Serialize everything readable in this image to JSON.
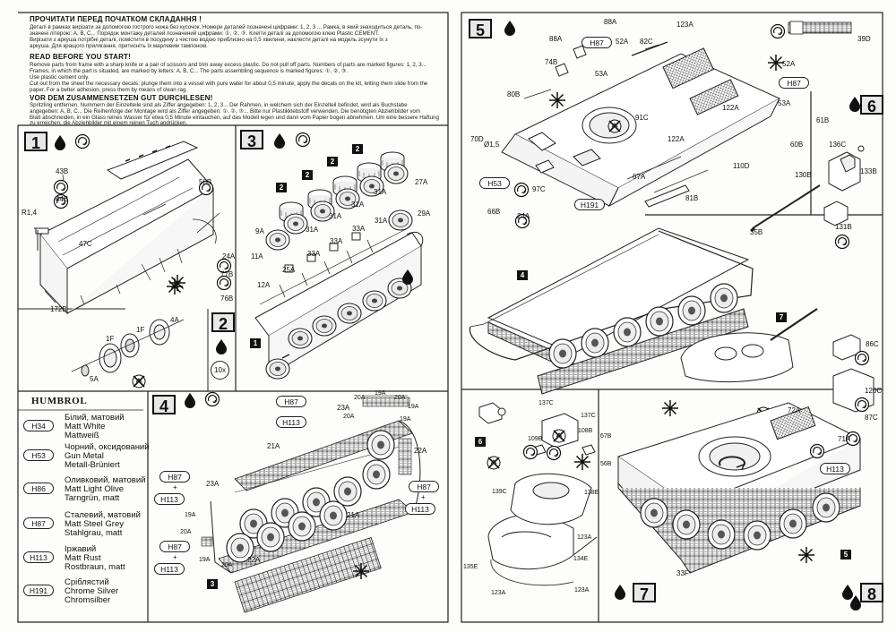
{
  "header": {
    "uk_title": "ПРОЧИТАТИ ПЕРЕД ПОЧАТКОМ СКЛАДАННЯ !",
    "uk_lines": [
      "Деталі в рамках вирізати за допомогою гострого ножа без кусочок. Номери деталей позначені цифрами: 1, 2, 3 ... Рамка, в який знаходиться деталь, по-",
      "значені літерою: A, B, C... Порядок монтажу деталей позначений цифрами: ①, ②, ③. Клеїти деталі за допомогою клею Plastic CEMENT.",
      "Вирізати з аркуша потрібні деталі, помістити в посудину з чистою водою приблизно на 0,5 хвилини, наклести деталі на модель зсунути їх з",
      "аркуша. Для кращого прилягання, притисніть їх марлевим тампоном."
    ],
    "en_title": "READ BEFORE YOU START!",
    "en_lines": [
      "Remove parts from frame with a sharp knife or a pair of scissors and trim away excess plastic. Do not pull off parts. Numbers of parts are marked figures: 1, 2, 3...",
      "Frames, in which the part is situated, are marked by letters: A, B, C... The parts assembling sequence is marked figures: ①, ②, ③.",
      "Use plastic cement only.",
      "Cut out from the sheet the necessary decals; plunge them into a vessel with pure water for about 0,5 minute; apply the decals on the kit, letting them slide from the",
      "paper. For a better adhesion, press them by means of clean rag."
    ],
    "de_title": "VOR DEM ZUSAMMENSETZEN GUT DURCHLESEN!",
    "de_lines": [
      "Spritzling entfernen. Nummern der Einzelteile sind als Ziffer angegeben: 1, 2, 3... Der Rahmen, in welchem sich der Einzelteil befindet, wird als Buchstabe",
      "angegeben: A, B, C... Die Reihenfolge der Montage wird als Ziffer angegeben: ①, ②, ③... Bitte nur Plastikklebstoff verwenden. Die benötigten Abziehbilder vom",
      "Blatt abschneiden, in ein Glass reines Wasser für etwa 0,5 Minute eintauchen, auf das Modell legen und dann vom Papier bogen abnehmen. Um eine bessere Haftung",
      "zu erreichen, die Abziehbilder mit einem reinen Tuch andrücken."
    ]
  },
  "steps": {
    "s1": "1",
    "s2": "2",
    "s3": "3",
    "s4": "4",
    "s5": "5",
    "s6": "6",
    "s7": "7",
    "s8": "8",
    "qty_10x": "10x",
    "sub_2": "2",
    "sub_1": "1",
    "sub_3": "3",
    "sub_4": "4",
    "sub_5": "5",
    "sub_6": "6",
    "sub_7": "7"
  },
  "paint_legend": {
    "brand": "HUMBROL",
    "items": [
      {
        "code": "H34",
        "lines": [
          "Білий, матовий",
          "Matt White",
          "Mattweiß"
        ]
      },
      {
        "code": "H53",
        "lines": [
          "Чорний, оксидований",
          "Gun Metal",
          "Metall-Brüniert"
        ]
      },
      {
        "code": "H86",
        "lines": [
          "Оливковий, матовий",
          "Matt Light Olive",
          "Tarngrün, matt"
        ]
      },
      {
        "code": "H87",
        "lines": [
          "Сталевий, матовий",
          "Matt Steel Grey",
          "Stahlgrau, matt"
        ]
      },
      {
        "code": "H113",
        "lines": [
          "Іржавий",
          "Matt Rust",
          "Rostbraun, matt"
        ]
      },
      {
        "code": "H191",
        "lines": [
          "Сріблястий",
          "Chrome Silver",
          "Chromsilber"
        ]
      }
    ]
  },
  "paint_callouts": {
    "h87": "H87",
    "h113": "H113",
    "h53": "H53",
    "h191": "H191",
    "plus": "+"
  },
  "parts": {
    "p1": {
      "b43": "43B",
      "b44": "44B",
      "b50": "50B",
      "r14": "R1,4",
      "c47": "47C",
      "b172": "172B",
      "a24": "24A",
      "b77": "77B",
      "b76": "76B"
    },
    "p2": {
      "f1a": "1F",
      "f1b": "1F",
      "a4": "4A",
      "a5": "5A"
    },
    "p3": {
      "a9": "9A",
      "a11": "11A",
      "a12": "12A",
      "a25": "25A",
      "a31a": "31A",
      "a31b": "31A",
      "a31c": "31A",
      "a31d": "31A",
      "a33a": "33A",
      "a33b": "33A",
      "a33c": "33A",
      "a27": "27A",
      "a29": "29A",
      "a31e": "31A"
    },
    "p4": {
      "a19a": "19A",
      "a20a": "20A",
      "a20b": "20A",
      "a19b": "19A",
      "a20c": "20A",
      "a23": "23A",
      "a21a": "21A",
      "a22a": "22A",
      "a23b": "23A",
      "a19c": "19A",
      "a20d": "20A",
      "a21b": "21A",
      "a22b": "22A",
      "a19d": "19A",
      "a20e": "20A",
      "a19e": "19A"
    },
    "p5": {
      "a88": "88A",
      "a88b": "88A",
      "b74": "74B",
      "a52": "52A",
      "c82": "82C",
      "a123": "123A",
      "d39": "39D",
      "a53": "53A",
      "a52b": "52A",
      "a53b": "53A",
      "b80": "80B",
      "a122": "122A",
      "c91": "91C",
      "a122b": "122A",
      "d70": "70D",
      "d15": "Ø1,5",
      "a67": "67A",
      "d110": "110D",
      "c97": "97C",
      "b81": "81B",
      "b66": "66B",
      "a24": "24A"
    },
    "p6": {
      "b61": "61B",
      "b60": "60B",
      "c136": "136C",
      "b133": "133B",
      "b130": "130B",
      "b35": "35B",
      "b131": "131B"
    },
    "p7": {
      "c137": "137C",
      "c137b": "137C",
      "b109": "109B",
      "b108": "108B",
      "e138": "138E",
      "c139": "139C",
      "a123": "123A",
      "e134": "134E",
      "e135": "135E",
      "a123b": "123A",
      "a123c": "123A"
    },
    "p8": {
      "c86": "86C",
      "c120": "120C",
      "c87": "87C",
      "a72": "72A",
      "b67": "67B",
      "b56": "56B",
      "a71": "71A",
      "f33": "33F"
    }
  }
}
